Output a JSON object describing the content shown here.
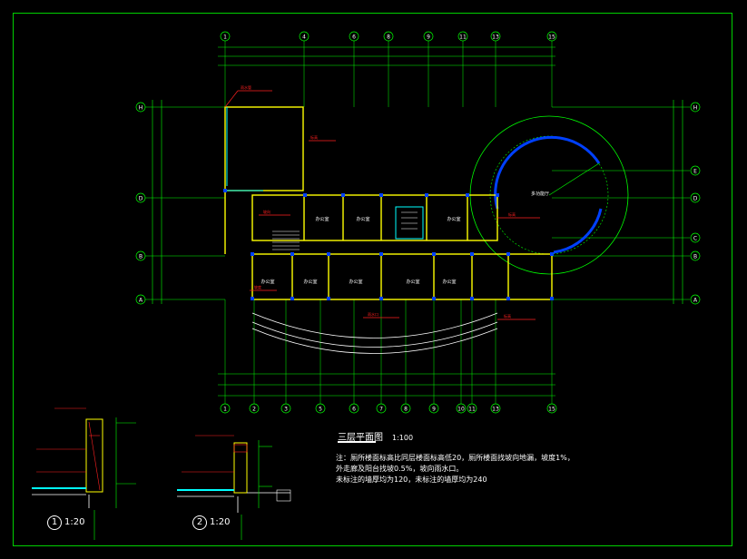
{
  "plan": {
    "title": "三层平面图",
    "scale": "1:100",
    "grid_top": [
      "1",
      "4",
      "6",
      "8",
      "9",
      "11",
      "13",
      "15"
    ],
    "grid_bottom": [
      "1",
      "2",
      "3",
      "5",
      "6",
      "7",
      "8",
      "9",
      "10",
      "11",
      "13",
      "15"
    ],
    "grid_rows": [
      "H",
      "D",
      "B",
      "A"
    ],
    "grid_rows_right": [
      "H",
      "E",
      "D",
      "C",
      "B",
      "A"
    ],
    "rooms": [
      "办公室",
      "办公室",
      "办公室",
      "办公室",
      "办公室",
      "办公室",
      "多功能厅",
      "办公室",
      "办公室"
    ],
    "notes": [
      "注：厕所楼面标高比同层楼面标高低20，厕所楼面找坡向地漏，坡度1%，",
      "   外走廊及阳台找坡0.5%，坡向雨水口。",
      "   未标注的墙厚均为120，未标注的墙厚均为240"
    ]
  },
  "details": [
    {
      "num": "1",
      "scale": "1:20"
    },
    {
      "num": "2",
      "scale": "1:20"
    }
  ],
  "colors": {
    "border": "#00d000",
    "grid": "#00ff00",
    "wall": "#ffff00",
    "column": "#0040ff",
    "annotation": "#ff2020",
    "text": "#ffffff",
    "accent": "#00ffff"
  }
}
